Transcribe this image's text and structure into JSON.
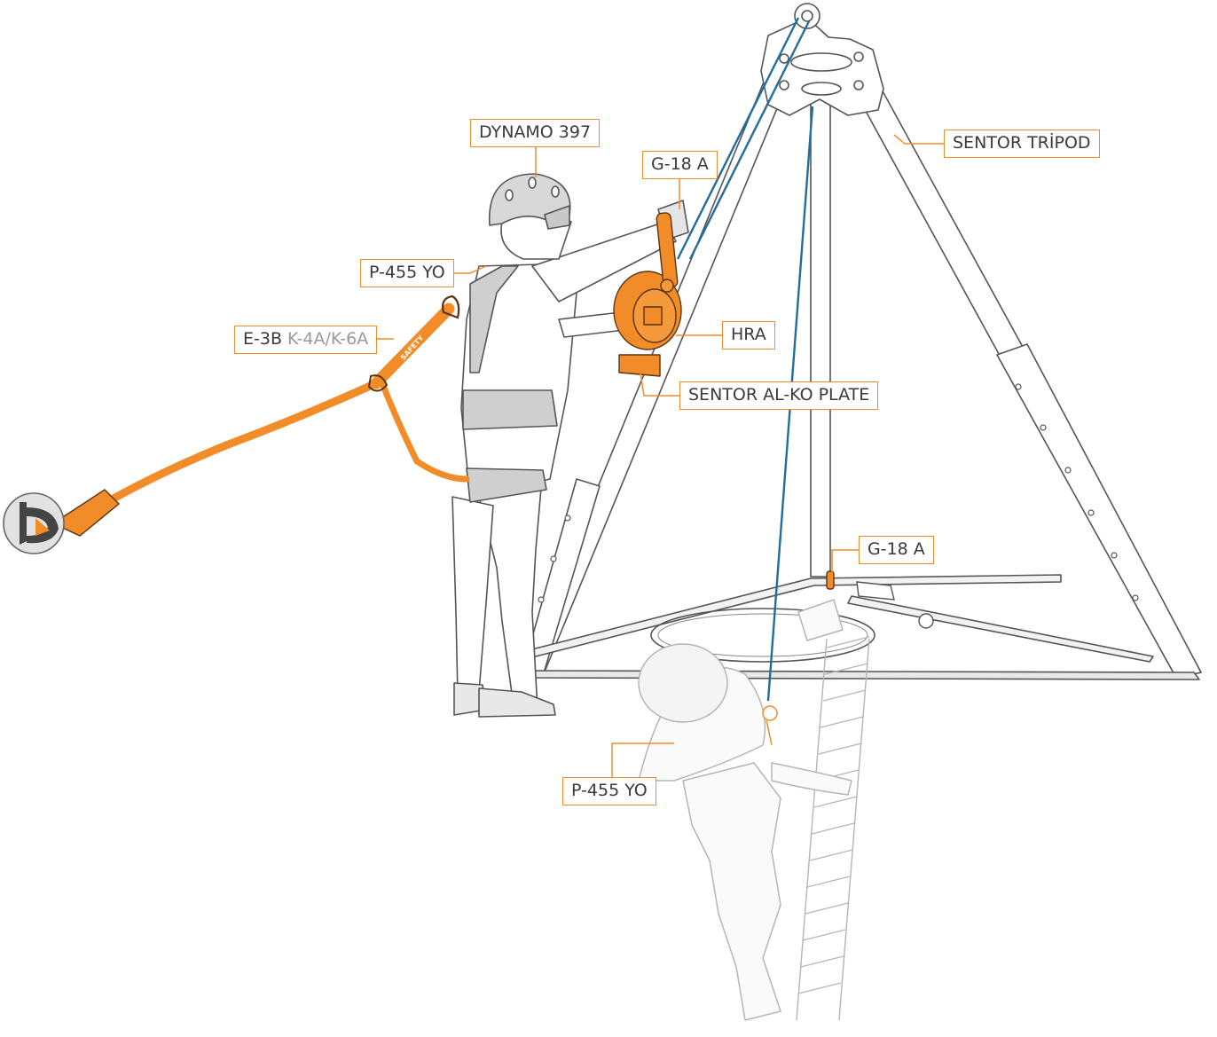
{
  "labels": {
    "dynamo": "DYNAMO 397",
    "g18_top": "G-18 A",
    "sentor_tripod": "SENTOR TRİPOD",
    "p455_top": "P-455 YO",
    "e3b_main": "E-3B",
    "e3b_alt": "K-4A/K-6A",
    "hra": "HRA",
    "alko": "SENTOR AL-KO PLATE",
    "g18_bottom": "G-18 A",
    "p455_bottom": "P-455 YO"
  },
  "lanyard_brand": "SAFETY",
  "colors": {
    "accent": "#F28C28",
    "rope": "#1F6F9A",
    "outline": "#555555",
    "faded": "#B5B5B5",
    "label_text": "#3a3a3a",
    "label_alt_text": "#9a9a9a"
  }
}
